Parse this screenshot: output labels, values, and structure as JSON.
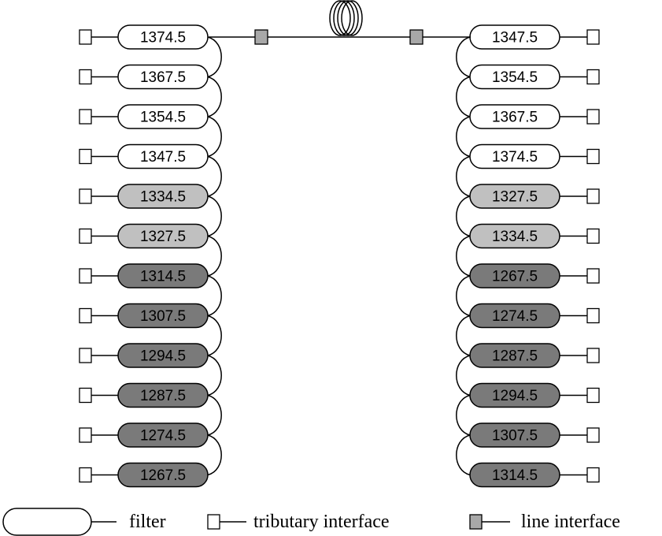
{
  "left_filters": [
    {
      "label": "1374.5",
      "shade": "white"
    },
    {
      "label": "1367.5",
      "shade": "white"
    },
    {
      "label": "1354.5",
      "shade": "white"
    },
    {
      "label": "1347.5",
      "shade": "white"
    },
    {
      "label": "1334.5",
      "shade": "light"
    },
    {
      "label": "1327.5",
      "shade": "light"
    },
    {
      "label": "1314.5",
      "shade": "dark"
    },
    {
      "label": "1307.5",
      "shade": "dark"
    },
    {
      "label": "1294.5",
      "shade": "dark"
    },
    {
      "label": "1287.5",
      "shade": "dark"
    },
    {
      "label": "1274.5",
      "shade": "dark"
    },
    {
      "label": "1267.5",
      "shade": "dark"
    }
  ],
  "right_filters": [
    {
      "label": "1347.5",
      "shade": "white"
    },
    {
      "label": "1354.5",
      "shade": "white"
    },
    {
      "label": "1367.5",
      "shade": "white"
    },
    {
      "label": "1374.5",
      "shade": "white"
    },
    {
      "label": "1327.5",
      "shade": "light"
    },
    {
      "label": "1334.5",
      "shade": "light"
    },
    {
      "label": "1267.5",
      "shade": "dark"
    },
    {
      "label": "1274.5",
      "shade": "dark"
    },
    {
      "label": "1287.5",
      "shade": "dark"
    },
    {
      "label": "1294.5",
      "shade": "dark"
    },
    {
      "label": "1307.5",
      "shade": "dark"
    },
    {
      "label": "1314.5",
      "shade": "dark"
    }
  ],
  "colors": {
    "white": "#ffffff",
    "light": "#c0c0c0",
    "dark": "#7a7a7a",
    "line_interface": "#a8a8a8",
    "stroke": "#000000"
  },
  "legend": {
    "filter": "filter",
    "tributary": "tributary interface",
    "line": "line interface"
  }
}
